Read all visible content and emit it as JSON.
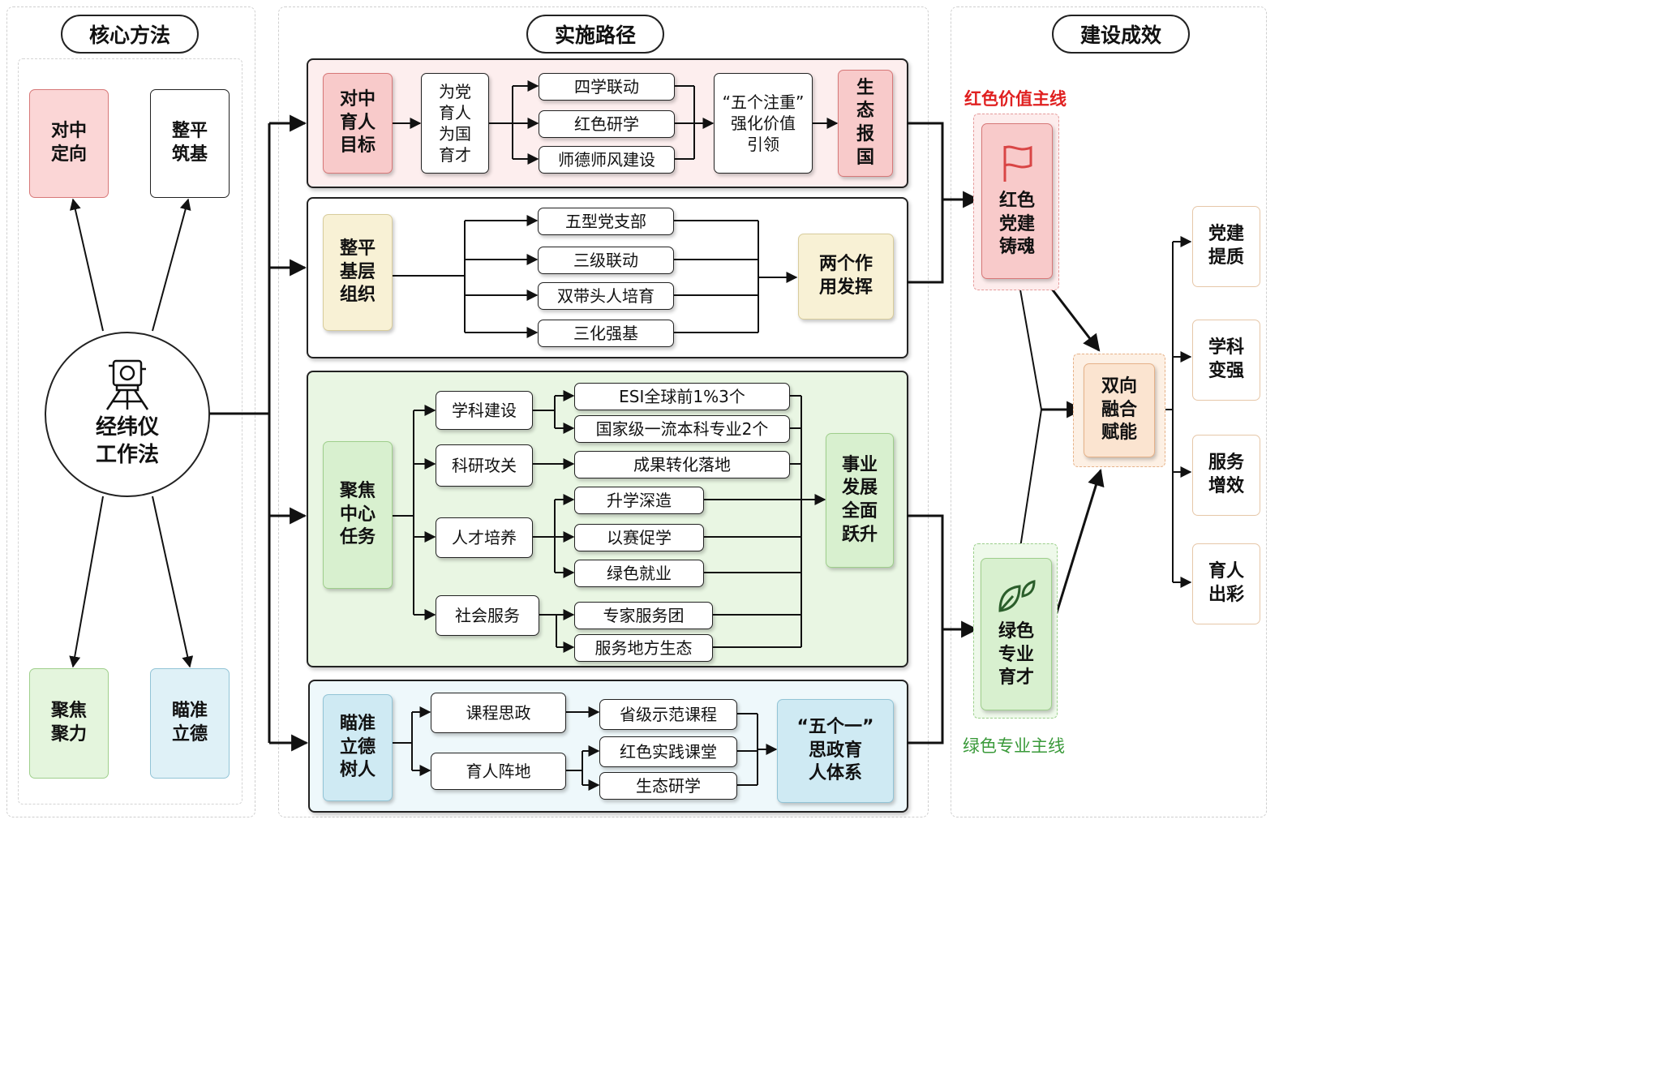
{
  "columns": {
    "core_methods": "核心方法",
    "implementation_path": "实施路径",
    "construction_results": "建设成效"
  },
  "core": {
    "center_label": "经纬仪\n工作法",
    "top_left": "对中\n定向",
    "top_right": "整平\n筑基",
    "bottom_left": "聚焦\n聚力",
    "bottom_right": "瞄准\n立德"
  },
  "sections": {
    "s1": {
      "title": "对中\n育人\n目标",
      "purpose": "为党\n育人\n为国\n育才",
      "items": [
        "四学联动",
        "红色研学",
        "师德师风建设"
      ],
      "outcome": "“五个注重”\n强化价值\n引领",
      "result": "生\n态\n报\n国"
    },
    "s2": {
      "title": "整平\n基层\n组织",
      "items": [
        "五型党支部",
        "三级联动",
        "双带头人培育",
        "三化强基"
      ],
      "outcome": "两个作\n用发挥"
    },
    "s3": {
      "title": "聚焦\n中心\n任务",
      "categories": [
        "学科建设",
        "科研攻关",
        "人才培养",
        "社会服务"
      ],
      "items": [
        "ESI全球前1%3个",
        "国家级一流本科专业2个",
        "成果转化落地",
        "升学深造",
        "以赛促学",
        "绿色就业",
        "专家服务团",
        "服务地方生态"
      ],
      "outcome": "事业\n发展\n全面\n跃升"
    },
    "s4": {
      "title": "瞄准\n立德\n树人",
      "categories": [
        "课程思政",
        "育人阵地"
      ],
      "items": [
        "省级示范课程",
        "红色实践课堂",
        "生态研学"
      ],
      "outcome": "“五个一”\n思政育\n人体系"
    }
  },
  "results": {
    "red_line_label": "红色价值主线",
    "red_box": "红色\n党建\n铸魂",
    "green_line_label": "绿色专业主线",
    "green_box": "绿色\n专业\n育才",
    "center": "双向\n融合\n赋能",
    "outputs": [
      "党建\n提质",
      "学科\n变强",
      "服务\n增效",
      "育人\n出彩"
    ]
  },
  "colors": {
    "red_caption": "#e02020",
    "green_caption": "#3a9a3a"
  },
  "icons": [
    "theodolite-icon",
    "flag-icon",
    "leaf-icon"
  ]
}
